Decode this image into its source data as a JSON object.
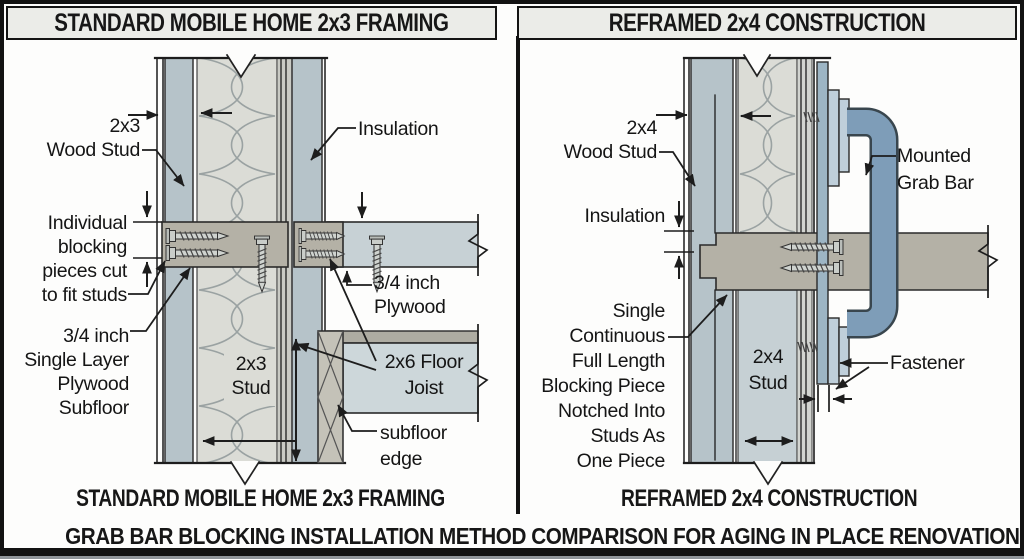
{
  "panels": {
    "left": {
      "header": "STANDARD MOBILE HOME 2x3 FRAMING",
      "caption": "STANDARD MOBILE HOME 2x3 FRAMING",
      "labels": {
        "wood_stud": "2x3\nWood Stud",
        "individual_blocking": "Individual\nblocking\npieces cut\nto fit studs",
        "subfloor": "3/4 inch\nSingle Layer\nPlywood\nSubfloor",
        "insulation": "Insulation",
        "plywood": "3/4 inch\nPlywood",
        "stud": "2x3\nStud",
        "floor_joist": "2x6 Floor\nJoist",
        "subfloor_edge": "subfloor\nedge"
      }
    },
    "right": {
      "header": "REFRAMED 2x4 CONSTRUCTION",
      "caption": "REFRAMED 2x4 CONSTRUCTION",
      "labels": {
        "wood_stud": "2x4\nWood Stud",
        "insulation": "Insulation",
        "blocking": "Single\nContinuous\nFull Length\nBlocking Piece\nNotched Into\nStuds As\nOne Piece",
        "stud": "2x4\nStud",
        "grab_bar": "Mounted\nGrab Bar",
        "fastener": "Fastener"
      }
    }
  },
  "title": "GRAB BAR BLOCKING INSTALLATION METHOD COMPARISON FOR AGING IN PLACE RENOVATION",
  "colors": {
    "stud": "#b6c3c9",
    "insulation_bg": "#dbdcd6",
    "insulation_line": "#9aa2a2",
    "blocking": "#b4b1a6",
    "plywood": "#c7d1d5",
    "joist": "#cdd7da",
    "grab_bar": "#7e9db8",
    "plate": "#bfcfda",
    "flange": "#9db5c4",
    "outline": "#1d1d1d"
  }
}
